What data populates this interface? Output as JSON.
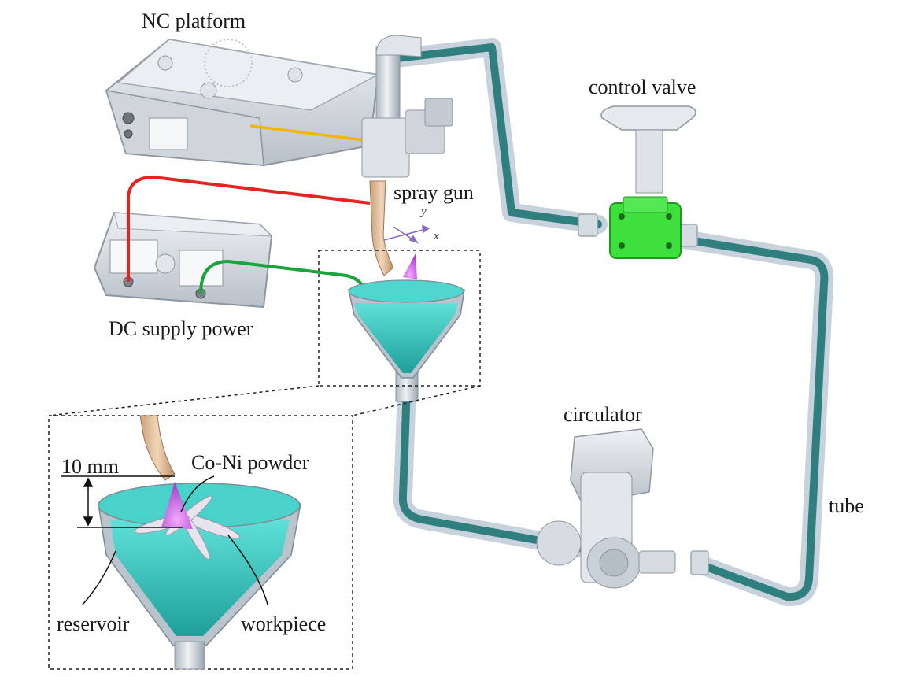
{
  "labels": {
    "nc_platform": "NC platform",
    "control_valve": "control valve",
    "spray_gun": "spray gun",
    "dc_supply_power": "DC supply power",
    "circulator": "circulator",
    "tube": "tube",
    "ten_mm": "10 mm",
    "co_ni_powder": "Co-Ni powder",
    "reservoir": "reservoir",
    "workpiece": "workpiece"
  },
  "axes": {
    "x": "x",
    "y": "y"
  },
  "colors": {
    "signal_cable": "#f5b400",
    "positive_cable": "#e52421",
    "negative_cable": "#1aa53a",
    "tube_fluid": "#2f7f7f",
    "tube_shell": "#c7d2dc",
    "electrolyte": "#3cc7c0",
    "valve_body": "#3ee03e",
    "plasma_jet": "#d060e0",
    "device_body": "#d9dde2"
  }
}
